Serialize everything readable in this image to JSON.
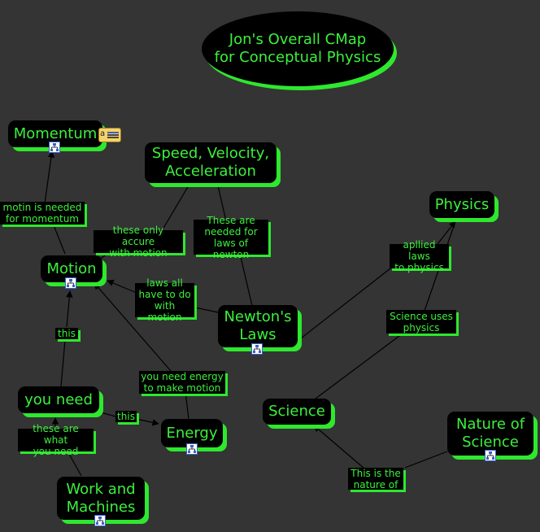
{
  "title": "Jon's Overall CMap\nfor Conceptual Physics",
  "nodes": {
    "momentum": "Momentum",
    "speed": "Speed, Velocity,\nAcceleration",
    "physics": "Physics",
    "motion": "Motion",
    "newtons": "Newton's\nLaws",
    "you_need": "you need",
    "energy": "Energy",
    "science": "Science",
    "nature": "Nature of\nScience",
    "work": "Work and\nMachines"
  },
  "links": {
    "motin_needed": "motin  is needed\nfor momentum",
    "only_accure": "these only accure\nwith motion",
    "needed_newton": "These are\nneeded for\nlaws of newton",
    "laws_all": "laws all\nhave to do\nwith motion",
    "this_1": "this",
    "this_2": "this",
    "energy_motion": "you need energy\nto make motion",
    "what_you_need": "these are what\nyou need",
    "applied_laws": "apllied laws\nto physics",
    "science_uses": "Science uses\nphysics",
    "nature_of": "This is the\nnature of"
  },
  "icons": [
    "submap-icon",
    "annotation-icon"
  ],
  "colors": {
    "background": "#343434",
    "node_fill": "#000000",
    "accent": "#3cf03c"
  }
}
